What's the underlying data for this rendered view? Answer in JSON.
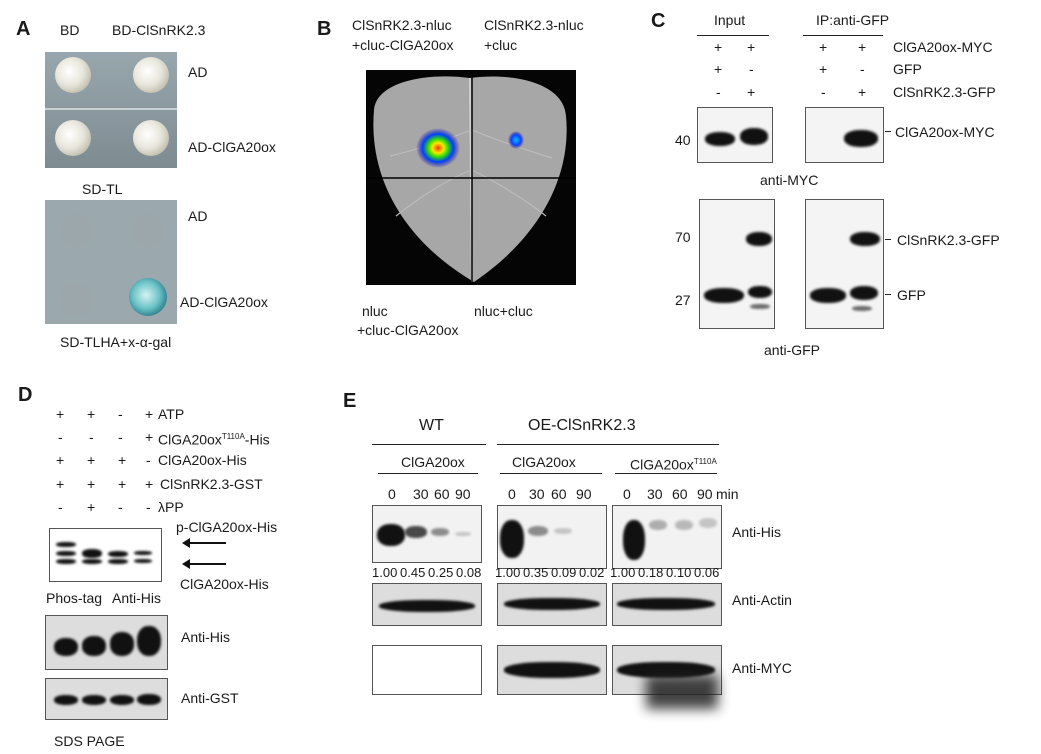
{
  "panels": {
    "A": {
      "letter": "A",
      "col_bd": "BD",
      "col_bd_snrk": "BD-ClSnRK2.3",
      "row_ad": "AD",
      "row_ad_ga": "AD-ClGA20ox",
      "plate1": "SD-TL",
      "row_ad2": "AD",
      "row_ad_ga2": "AD-ClGA20ox",
      "plate2": "SD-TLHA+x-α-gal"
    },
    "B": {
      "letter": "B",
      "tl1": "ClSnRK2.3-nluc",
      "tl2": "+cluc-ClGA20ox",
      "tr1": "ClSnRK2.3-nluc",
      "tr2": "+cluc",
      "bl1": "nluc",
      "bl2": "+cluc-ClGA20ox",
      "br": "nluc+cluc"
    },
    "C": {
      "letter": "C",
      "input": "Input",
      "ip": "IP:anti-GFP",
      "row1_label": "ClGA20ox-MYC",
      "row2_label": "GFP",
      "row3_label": "ClSnRK2.3-GFP",
      "row1_signs": [
        "+",
        "+",
        "+",
        "+"
      ],
      "row2_signs": [
        "+",
        "-",
        "+",
        "-"
      ],
      "row3_signs": [
        "-",
        "+",
        "-",
        "+"
      ],
      "mw40": "40",
      "mw70": "70",
      "mw27": "27",
      "band_myc": "ClGA20ox-MYC",
      "anti_myc": "anti-MYC",
      "band_snrk": "ClSnRK2.3-GFP",
      "band_gfp": "GFP",
      "anti_gfp": "anti-GFP"
    },
    "D": {
      "letter": "D",
      "rows": [
        {
          "signs": [
            "+",
            "+",
            "-",
            "+"
          ],
          "label": "ATP"
        },
        {
          "signs": [
            "-",
            "-",
            "-",
            "+"
          ],
          "label": "ClGA20ox",
          "sup": "T110A",
          "suffix": "-His"
        },
        {
          "signs": [
            "+",
            "+",
            "+",
            "-"
          ],
          "label": "ClGA20ox-His"
        },
        {
          "signs": [
            "+",
            "+",
            "+",
            "+"
          ],
          "label": "ClSnRK2.3-GST"
        },
        {
          "signs": [
            "-",
            "+",
            "-",
            "-"
          ],
          "label": "λPP"
        }
      ],
      "p_label": "p-ClGA20ox-His",
      "np_label": "ClGA20ox-His",
      "phos_tag": "Phos-tag",
      "anti_his_a": "Anti-His",
      "anti_his": "Anti-His",
      "anti_gst": "Anti-GST",
      "sds": "SDS PAGE"
    },
    "E": {
      "letter": "E",
      "wt": "WT",
      "oe": "OE-ClSnRK2.3",
      "g1": "ClGA20ox",
      "g2": "ClGA20ox",
      "g3_main": "ClGA20ox",
      "g3_sup": "T110A",
      "times": [
        "0",
        "30",
        "60",
        "90"
      ],
      "min": "min",
      "quant1": [
        "1.00",
        "0.45",
        "0.25",
        "0.08"
      ],
      "quant2": [
        "1.00",
        "0.35",
        "0.09",
        "0.02"
      ],
      "quant3": [
        "1.00",
        "0.18",
        "0.10",
        "0.06"
      ],
      "anti_his": "Anti-His",
      "anti_actin": "Anti-Actin",
      "anti_myc": "Anti-MYC"
    }
  }
}
